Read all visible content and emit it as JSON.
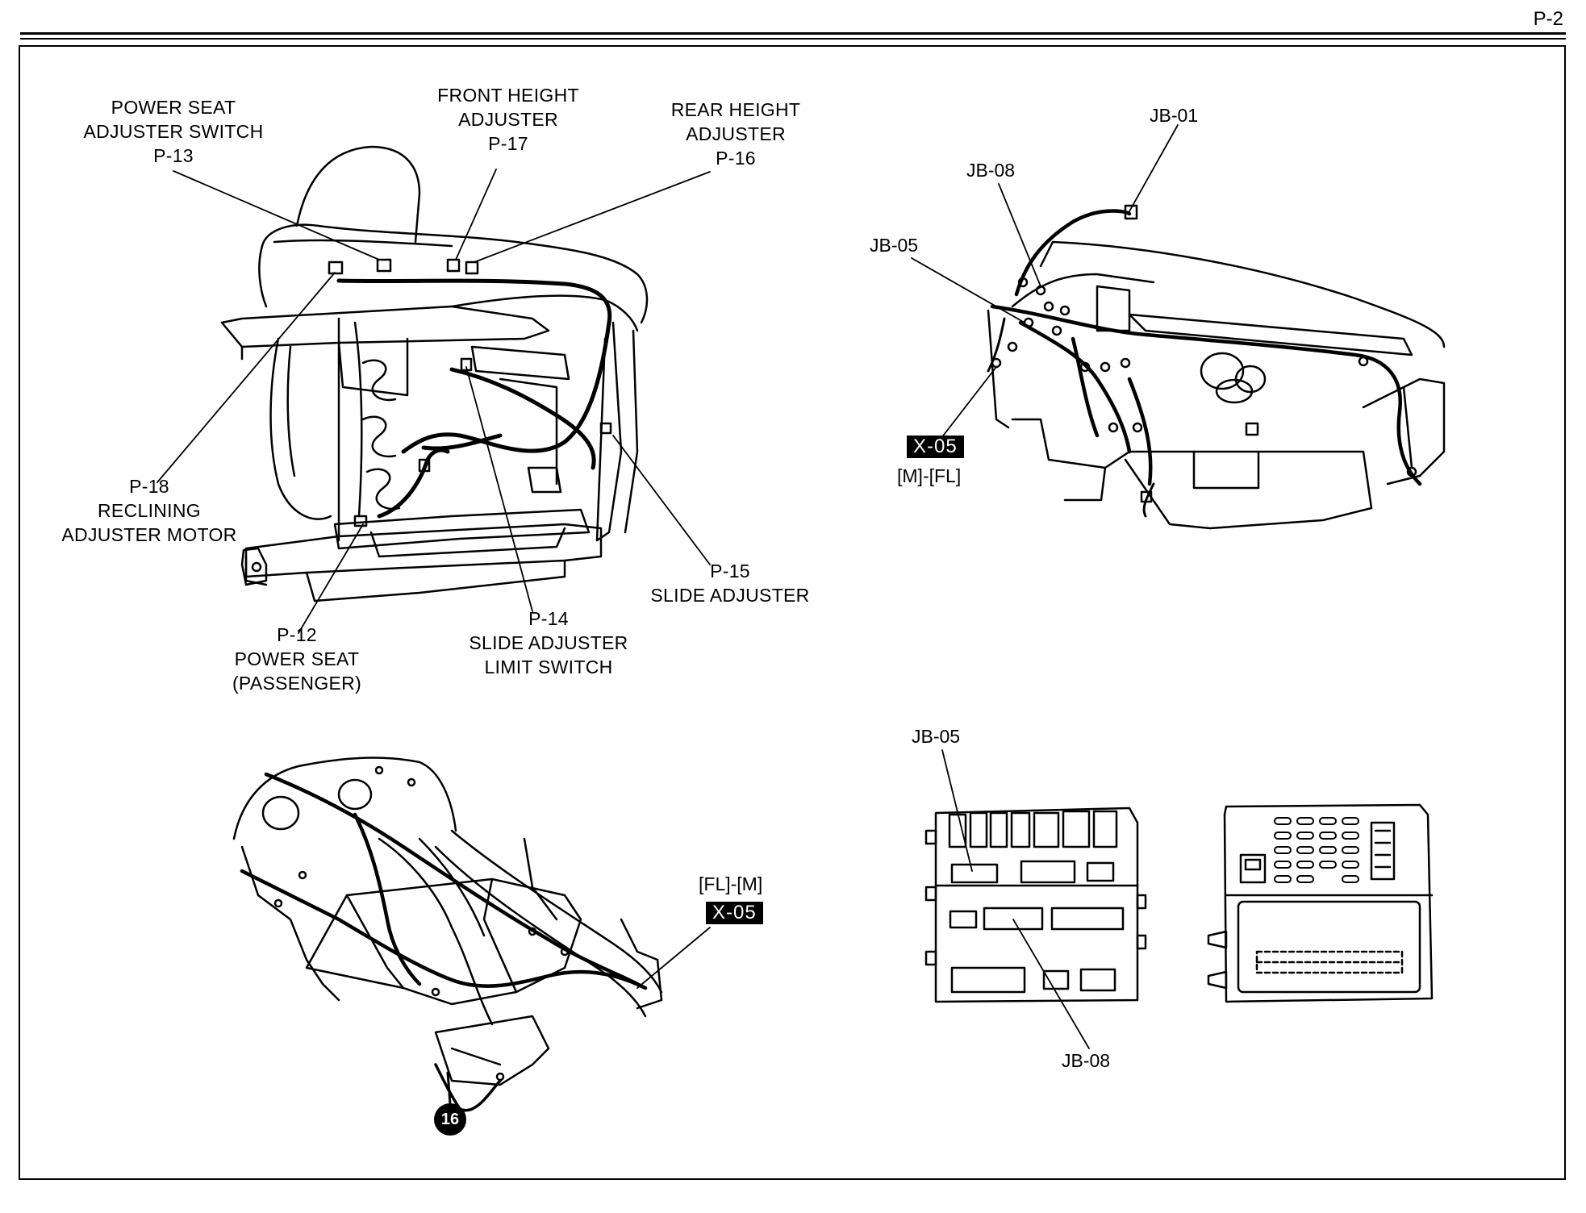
{
  "page": {
    "number": "P-2"
  },
  "seat_labels": {
    "power_seat_switch": [
      "POWER SEAT",
      "ADJUSTER SWITCH",
      "P-13"
    ],
    "front_height": [
      "FRONT HEIGHT",
      "ADJUSTER",
      "P-17"
    ],
    "rear_height": [
      "REAR HEIGHT",
      "ADJUSTER",
      "P-16"
    ],
    "reclining": [
      "P-18",
      "RECLINING",
      "ADJUSTER MOTOR"
    ],
    "slide_adjuster": [
      "P-15",
      "SLIDE ADJUSTER"
    ],
    "limit_switch": [
      "P-14",
      "SLIDE ADJUSTER",
      "LIMIT SWITCH"
    ],
    "power_seat_passenger": [
      "P-12",
      "POWER SEAT",
      "(PASSENGER)"
    ]
  },
  "dash_labels": {
    "jb01": "JB-01",
    "jb08": "JB-08",
    "jb05": "JB-05",
    "connector_tag": "X-05",
    "connector_sub": "[M]-[FL]"
  },
  "floor_labels": {
    "connector_sub": "[FL]-[M]",
    "connector_tag": "X-05",
    "ground_point": "16"
  },
  "junction_box_labels": {
    "jb05": "JB-05",
    "jb08": "JB-08"
  }
}
